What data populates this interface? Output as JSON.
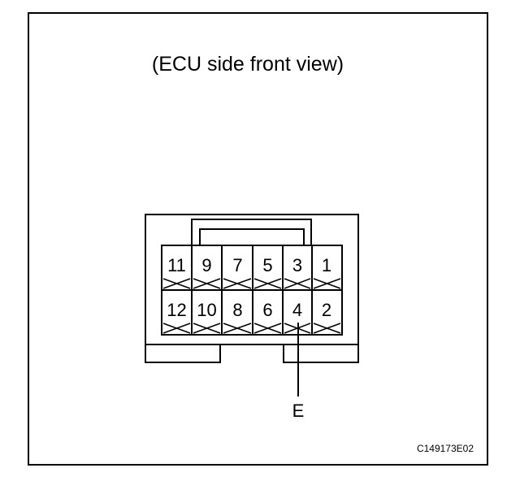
{
  "title": "(ECU side front view)",
  "connector": {
    "top_row": [
      "11",
      "9",
      "7",
      "5",
      "3",
      "1"
    ],
    "bottom_row": [
      "12",
      "10",
      "8",
      "6",
      "4",
      "2"
    ]
  },
  "callout": {
    "label": "E"
  },
  "figure_code": "C149173E02",
  "colors": {
    "line": "#000000",
    "background": "#ffffff"
  }
}
